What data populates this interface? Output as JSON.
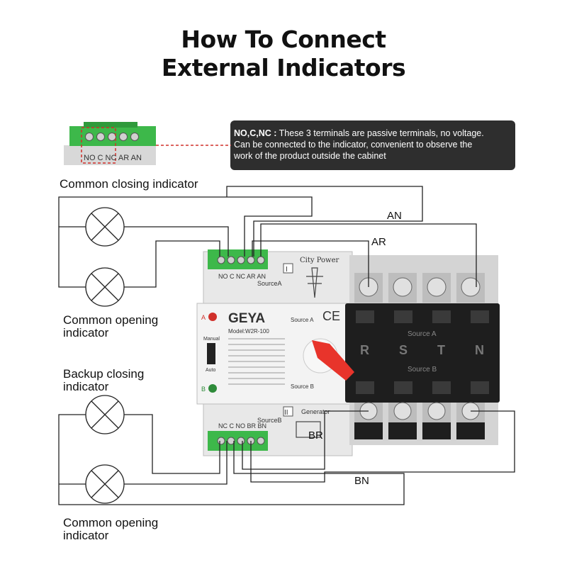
{
  "title": {
    "line1": "How To Connect",
    "line2": "External Indicators"
  },
  "note": {
    "bold": "NO,C,NC :",
    "text1": " These 3 terminals are passive terminals, no voltage.",
    "text2": " Can be connected to the indicator, convenient to observe the",
    "text3": "work of the product outside the cabinet"
  },
  "labels": {
    "common_closing": "Common closing indicator",
    "common_opening_1a": "Common opening",
    "common_opening_1b": "indicator",
    "backup_closing_a": "Backup closing",
    "backup_closing_b": "indicator",
    "common_opening_2a": "Common opening",
    "common_opening_2b": "indicator"
  },
  "wires": {
    "an": "AN",
    "ar": "AR",
    "br": "BR",
    "bn": "BN"
  },
  "device": {
    "terminal_top_label": "NO C NC AR AN",
    "terminal_bottom_label": "NC C NO BR BN",
    "thumb_terminal_label": "NO C NC AR AN",
    "source_a": "SourceA",
    "source_b": "SourceB",
    "city_power": "City Power",
    "generator": "Generator",
    "brand": "GEYA",
    "model": "Model:W2R-100",
    "source_a_face": "Source A",
    "source_b_face": "Source B",
    "manual": "Manual",
    "auto": "Auto",
    "ce": "CE",
    "indicator_a": "A",
    "indicator_b": "B",
    "phase_r": "R",
    "phase_s": "S",
    "phase_t": "T",
    "phase_n": "N",
    "black_source_a": "Source A",
    "black_source_b": "Source B",
    "roman_1": "I",
    "roman_2": "II"
  },
  "colors": {
    "note_bg": "#2e2e2e",
    "terminal_green": "#3db84a",
    "handle_red": "#e8342b",
    "device_gray": "#e6e6e6",
    "cover_black": "#1e1e1e"
  }
}
